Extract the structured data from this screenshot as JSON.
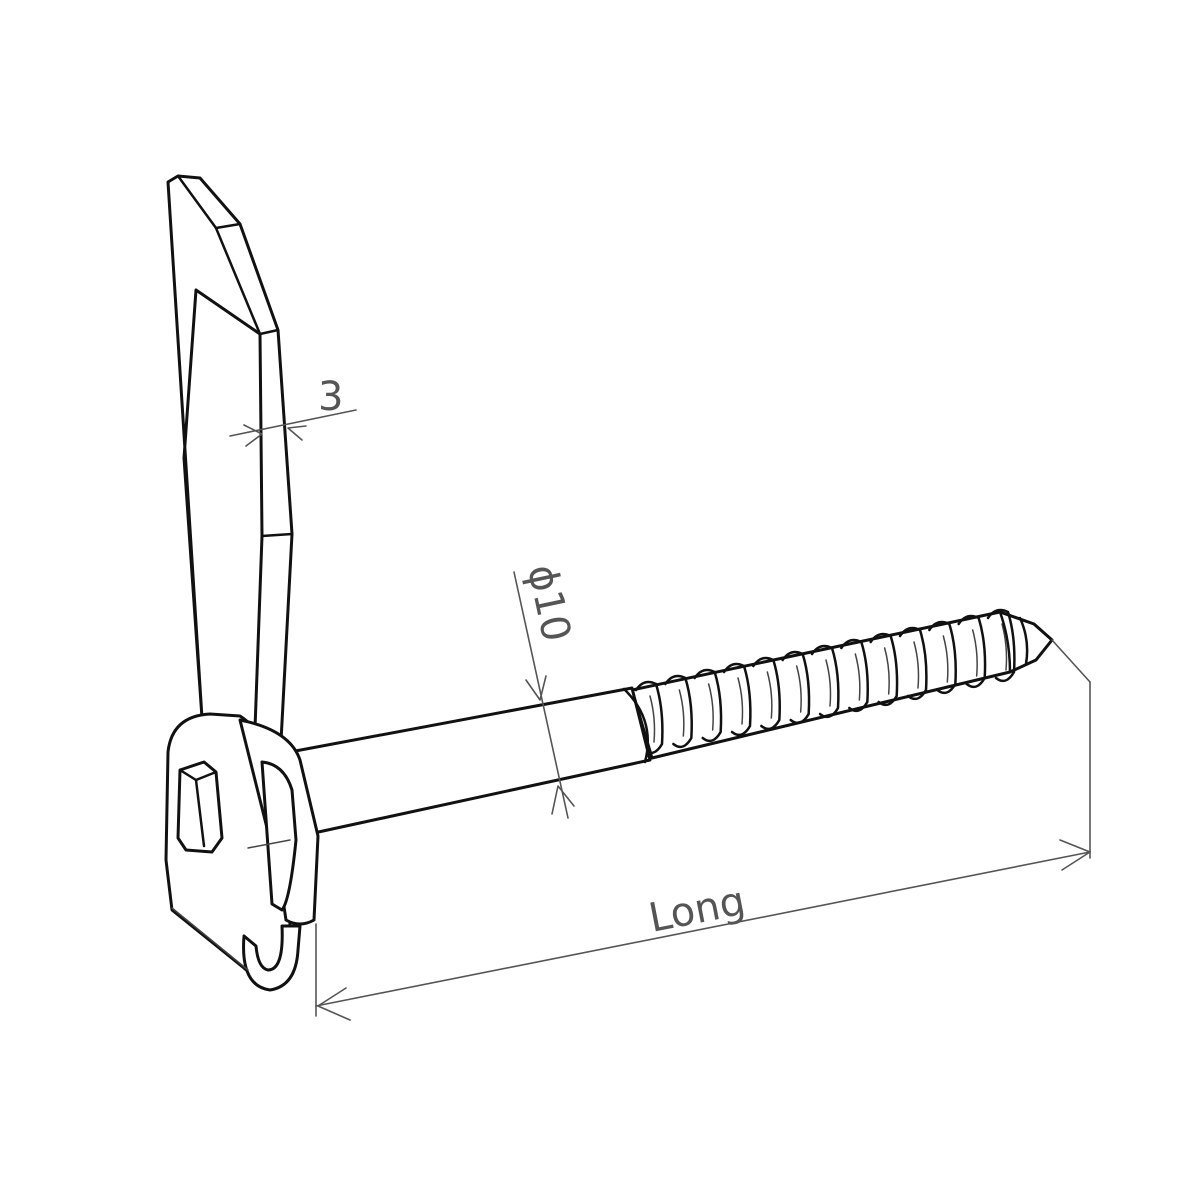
{
  "dimensions": {
    "thickness": "3",
    "diameter": "ϕ10",
    "length": "Long"
  },
  "colors": {
    "line": "#111111",
    "dimension": "#555555",
    "background": "#ffffff"
  }
}
